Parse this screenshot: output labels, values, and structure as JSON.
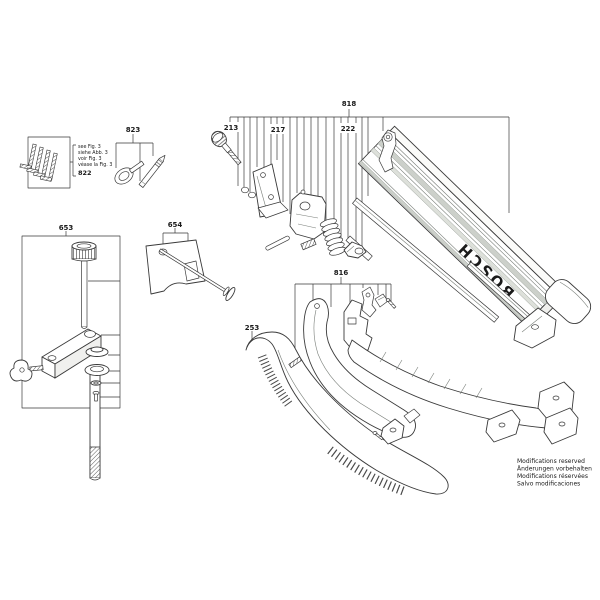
{
  "diagram": {
    "kind": "exploded-parts-diagram",
    "brand_logo": "BOSCH",
    "callouts": {
      "c818": "818",
      "c213": "213",
      "c217": "217",
      "c222": "222",
      "c822": "822",
      "c823": "823",
      "c653": "653",
      "c654": "654",
      "c816": "816",
      "c253": "253"
    },
    "note_822": [
      "see Fig. 3",
      "siehe Abb. 3",
      "voir Fig. 3",
      "véase la Fig. 3"
    ],
    "footer_lines": [
      "Modifications reserved",
      "Änderungen vorbehalten",
      "Modifications réservées",
      "Salvo modificaciones"
    ],
    "colors": {
      "line": "#3a3a3a",
      "footer_text": "#414f66",
      "ridge": "#ccd0ca",
      "logo_gray": "#c3c8c2",
      "background": "#ffffff"
    }
  }
}
